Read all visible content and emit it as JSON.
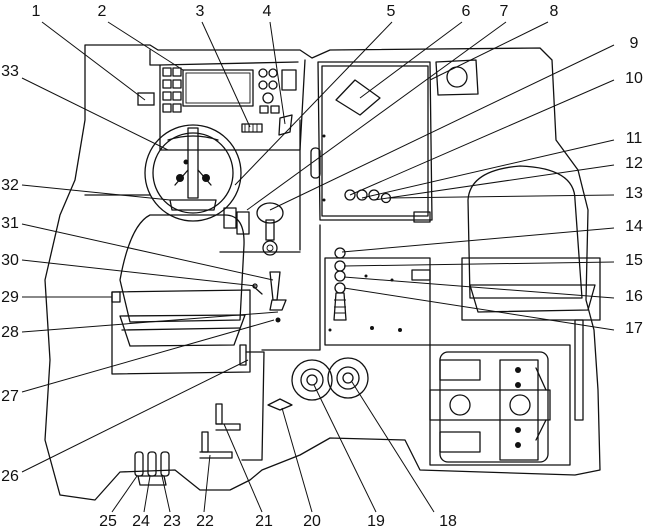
{
  "callouts": [
    {
      "id": 1,
      "text": "1"
    },
    {
      "id": 2,
      "text": "2"
    },
    {
      "id": 3,
      "text": "3"
    },
    {
      "id": 4,
      "text": "4"
    },
    {
      "id": 5,
      "text": "5"
    },
    {
      "id": 6,
      "text": "6"
    },
    {
      "id": 7,
      "text": "7"
    },
    {
      "id": 8,
      "text": "8"
    },
    {
      "id": 9,
      "text": "9"
    },
    {
      "id": 10,
      "text": "10"
    },
    {
      "id": 11,
      "text": "11"
    },
    {
      "id": 12,
      "text": "12"
    },
    {
      "id": 13,
      "text": "13"
    },
    {
      "id": 14,
      "text": "14"
    },
    {
      "id": 15,
      "text": "15"
    },
    {
      "id": 16,
      "text": "16"
    },
    {
      "id": 17,
      "text": "17"
    },
    {
      "id": 18,
      "text": "18"
    },
    {
      "id": 19,
      "text": "19"
    },
    {
      "id": 20,
      "text": "20"
    },
    {
      "id": 21,
      "text": "21"
    },
    {
      "id": 22,
      "text": "22"
    },
    {
      "id": 23,
      "text": "23"
    },
    {
      "id": 24,
      "text": "24"
    },
    {
      "id": 25,
      "text": "25"
    },
    {
      "id": 26,
      "text": "26"
    },
    {
      "id": 27,
      "text": "27"
    },
    {
      "id": 28,
      "text": "28"
    },
    {
      "id": 29,
      "text": "29"
    },
    {
      "id": 30,
      "text": "30"
    },
    {
      "id": 31,
      "text": "31"
    },
    {
      "id": 32,
      "text": "32"
    },
    {
      "id": 33,
      "text": "33"
    }
  ]
}
